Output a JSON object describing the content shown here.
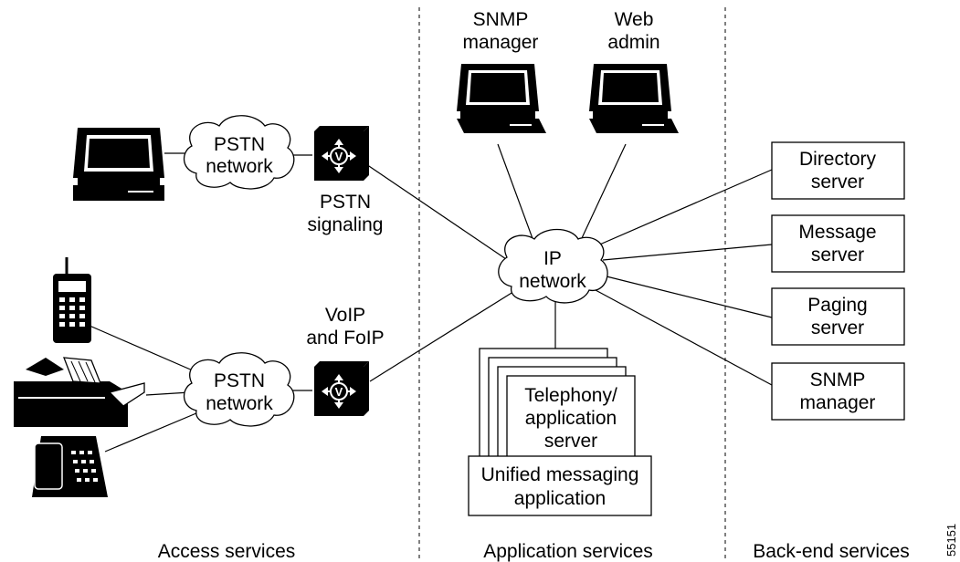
{
  "columns": {
    "access": "Access services",
    "application": "Application services",
    "backend": "Back-end services"
  },
  "figure_id": "55151",
  "top": {
    "snmp_manager": [
      "SNMP",
      "manager"
    ],
    "web_admin": [
      "Web",
      "admin"
    ]
  },
  "clouds": {
    "pstn_top": [
      "PSTN",
      "network"
    ],
    "pstn_bottom": [
      "PSTN",
      "network"
    ],
    "ip": [
      "IP",
      "network"
    ]
  },
  "gateways": {
    "pstn_signaling": [
      "PSTN",
      "signaling"
    ],
    "voip_foip": [
      "VoIP",
      "and FoIP"
    ],
    "symbol": "V"
  },
  "servers": {
    "directory": [
      "Directory",
      "server"
    ],
    "message": [
      "Message",
      "server"
    ],
    "paging": [
      "Paging",
      "server"
    ],
    "snmp": [
      "SNMP",
      "manager"
    ]
  },
  "app_server": {
    "telephony": [
      "Telephony/",
      "application",
      "server"
    ],
    "unified": [
      "Unified messaging",
      "application"
    ]
  }
}
